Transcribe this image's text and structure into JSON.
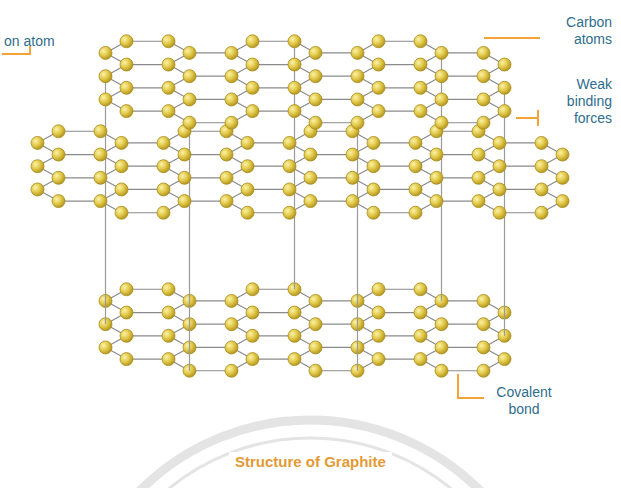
{
  "diagram": {
    "caption": "Structure of Graphite",
    "labels": [
      "on atom",
      "Carbon atoms",
      "Weak binding forces",
      "Covalent bond"
    ]
  }
}
